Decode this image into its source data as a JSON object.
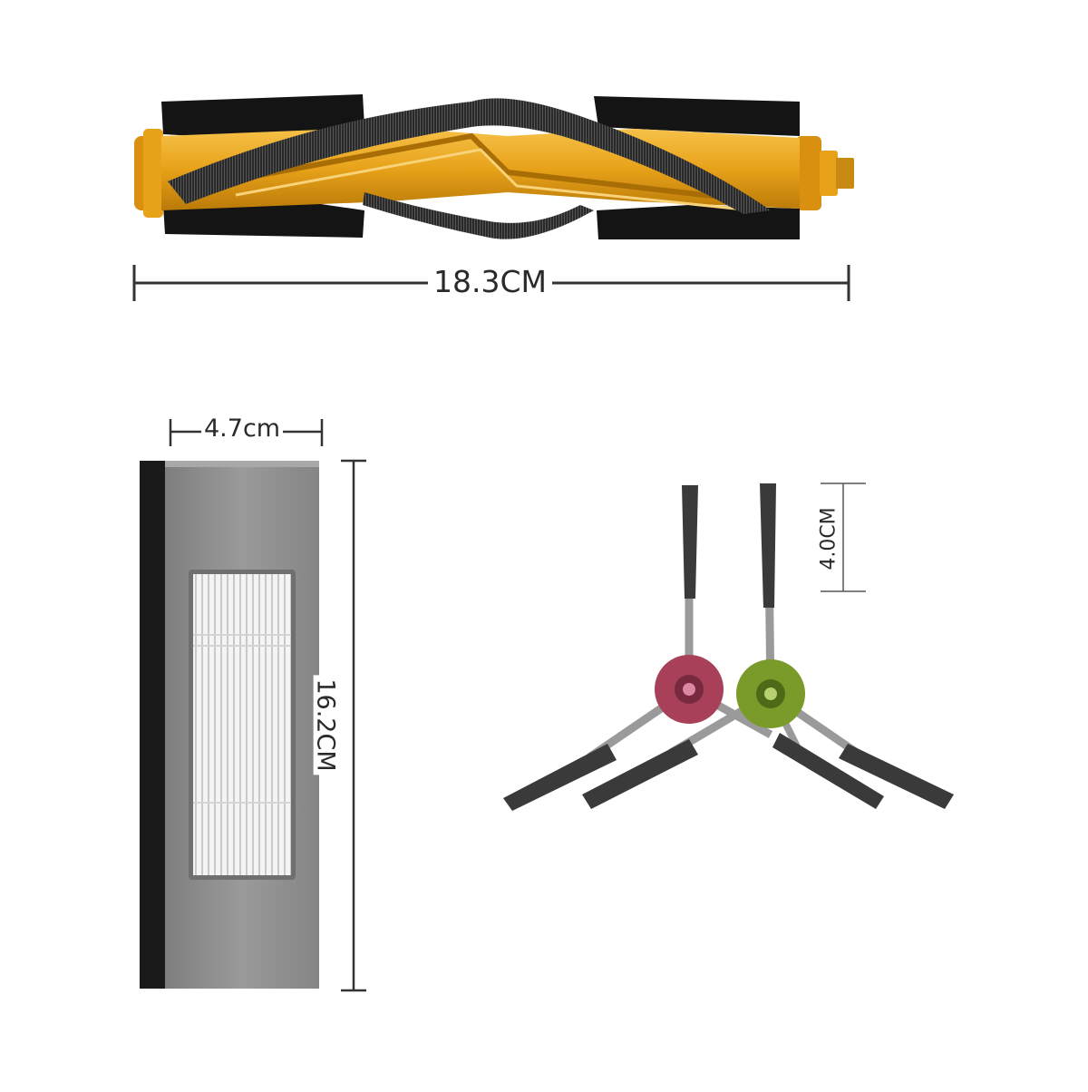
{
  "dimensions": {
    "main_brush_length": "18.3CM",
    "filter_width": "4.7cm",
    "filter_height": "16.2CM",
    "side_brush_bristle_length": "4.0CM"
  },
  "colors": {
    "brush_core": "#e8a21a",
    "brush_blade": "#141414",
    "filter_frame": "#8a8a8a",
    "filter_foam": "#1a1a1a",
    "side_brush_hub_left": "#a8405a",
    "side_brush_hub_right": "#7a9a2a"
  }
}
